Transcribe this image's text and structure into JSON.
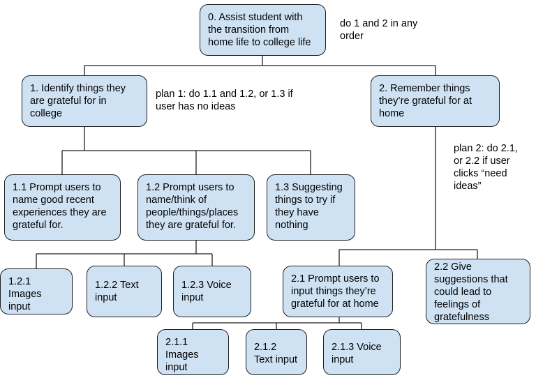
{
  "tree": {
    "n0": "0. Assist student with\nthe transition from\nhome life to college life",
    "n1": "1. Identify things they\nare grateful for in\ncollege",
    "n2": "2. Remember things\nthey’re grateful for at\nhome",
    "n1_1": "1.1 Prompt users to\nname good recent\nexperiences they are\ngrateful for.",
    "n1_2": "1.2 Prompt users to\nname/think of\npeople/things/places\nthey are grateful for.",
    "n1_3": "1.3 Suggesting\nthings to try if\nthey have\nnothing",
    "n1_2_1": "1.2.1\nImages\ninput",
    "n1_2_2": "1.2.2 Text\ninput",
    "n1_2_3": "1.2.3 Voice\ninput",
    "n2_1": "2.1 Prompt users to\ninput things they’re\ngrateful for at home",
    "n2_2": "2.2 Give\nsuggestions that\ncould lead to\nfeelings of\ngratefulness",
    "n2_1_1": "2.1.1\nImages\ninput",
    "n2_1_2": "2.1.2\nText input",
    "n2_1_3": "2.1.3 Voice\ninput"
  },
  "notes": {
    "plan0": "do 1 and 2 in any\norder",
    "plan1": "plan 1: do 1.1 and 1.2, or 1.3 if\nuser has no ideas",
    "plan2": "plan 2: do 2.1,\nor 2.2 if user\nclicks “need\nideas”"
  }
}
